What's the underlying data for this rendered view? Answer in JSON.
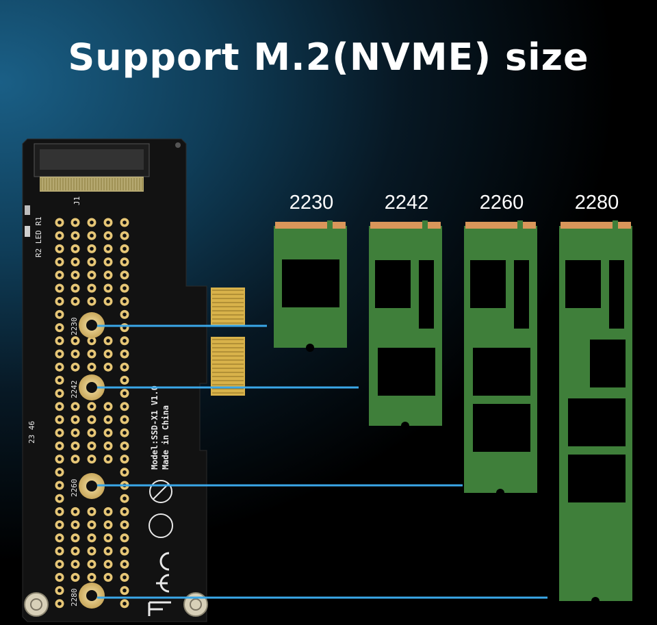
{
  "title": "Support M.2(NVME) size",
  "sizes": [
    {
      "label": "2230"
    },
    {
      "label": "2242"
    },
    {
      "label": "2260"
    },
    {
      "label": "2280"
    }
  ],
  "board": {
    "connector_label": "J1",
    "led_label": "R2 LED R1",
    "model_text": "Model:SSD-X1 V1.0",
    "made_in_text": "Made in China",
    "date_code": "23 46",
    "hole_labels": [
      "2230",
      "2242",
      "2260",
      "2280"
    ]
  },
  "colors": {
    "ssd_green": "#3f7f3a",
    "gold_contacts": "#d9965a",
    "leader_line": "#3aa7e8"
  }
}
